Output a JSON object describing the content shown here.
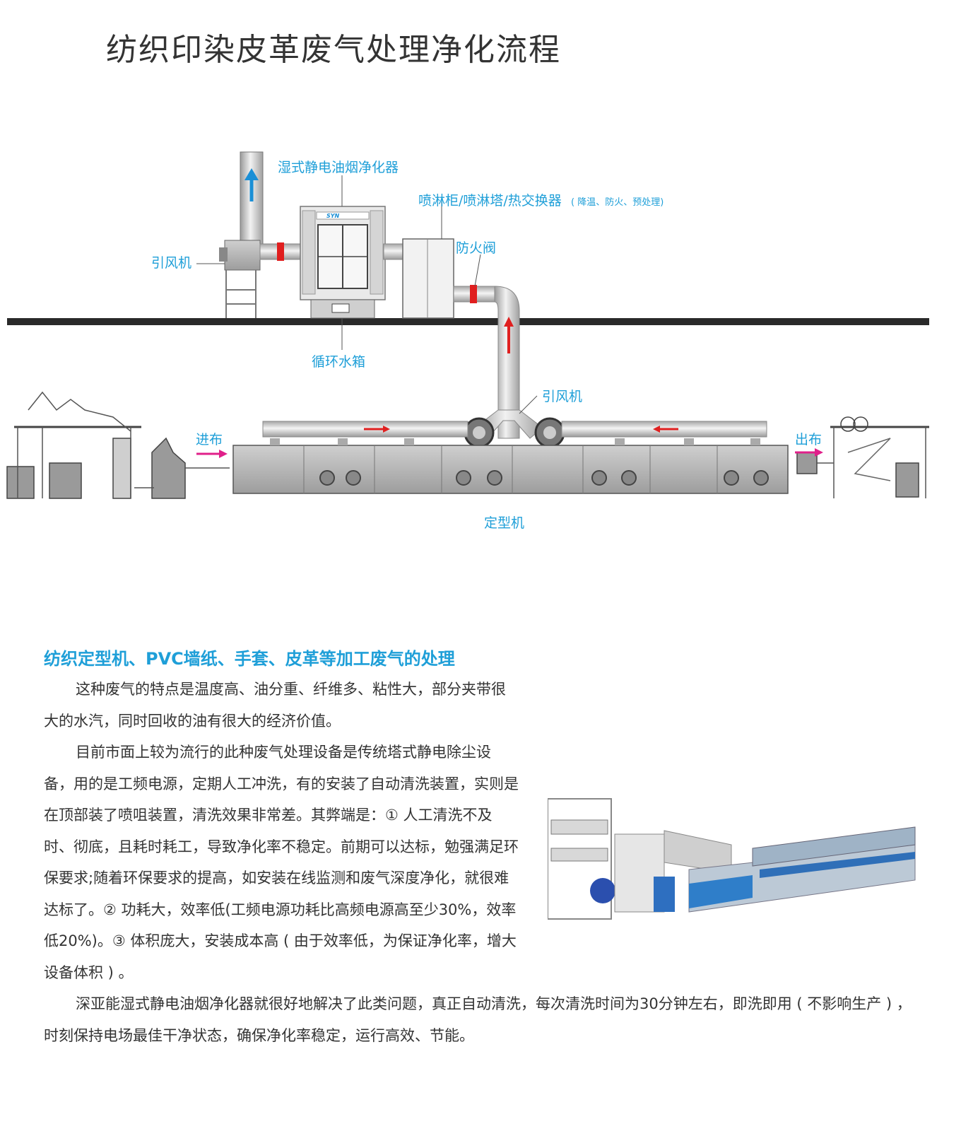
{
  "page": {
    "title": "纺织印染皮革废气处理净化流程"
  },
  "diagram": {
    "labels": {
      "esp": "湿式静电油烟净化器",
      "spray": "喷淋柜/喷淋塔/热交换器",
      "spray_note": "( 降温、防火、预处理)",
      "fire_valve": "防火阀",
      "fan_top": "引风机",
      "water_tank": "循环水箱",
      "fan_bottom": "引风机",
      "fabric_in": "进布",
      "fabric_out": "出布",
      "setting_machine": "定型机"
    },
    "brand_mark": "SYN",
    "colors": {
      "label_blue": "#1f9fd8",
      "arrow_blue": "#1a8fd6",
      "arrow_red": "#e02020",
      "arrow_magenta": "#e0208a",
      "flange_red": "#e01e1e"
    }
  },
  "content": {
    "heading": "纺织定型机、PVC墙纸、手套、皮革等加工废气的处理",
    "p1": "这种废气的特点是温度高、油分重、纤维多、粘性大，部分夹带很大的水汽，同时回收的油有很大的经济价值。",
    "p2": "目前市面上较为流行的此种废气处理设备是传统塔式静电除尘设备，用的是工频电源，定期人工冲洗，有的安装了自动清洗装置，实则是在顶部装了喷咀装置，清洗效果非常差。其弊端是：① 人工清洗不及时、彻底，且耗时耗工，导致净化率不稳定。前期可以达标，勉强满足环保要求;随着环保要求的提高，如安装在线监测和废气深度净化，就很难达标了。② 功耗大，效率低(工频电源功耗比高频电源高至少30%，效率低20%)。③ 体积庞大，安装成本高 ( 由于效率低，为保证净化率，增大设备体积 ) 。",
    "p3": "深亚能湿式静电油烟净化器就很好地解决了此类问题，真正自动清洗，每次清洗时间为30分钟左右，即洗即用 ( 不影响生产 ) ，时刻保持电场最佳干净状态，确保净化率稳定，运行高效、节能。"
  }
}
